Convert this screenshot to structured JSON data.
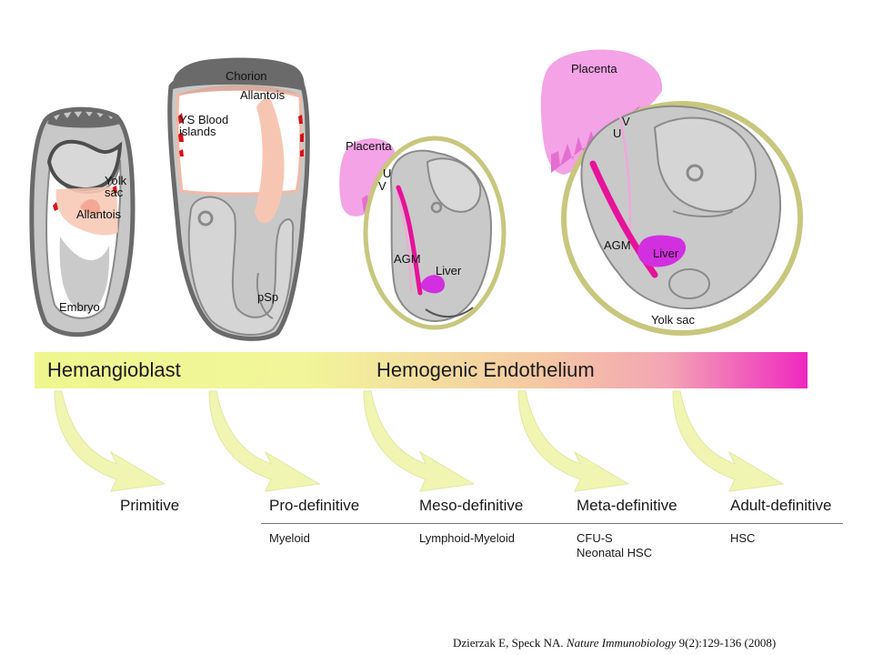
{
  "embryos": {
    "e1": {
      "yolk_sac": "Yolk\nsac",
      "allantois": "Allantois",
      "embryo": "Embryo"
    },
    "e2": {
      "chorion": "Chorion",
      "allantois": "Allantois",
      "ys_blood_islands": "YS Blood\nislands",
      "psp": "pSp"
    },
    "e3": {
      "placenta": "Placenta",
      "u": "U",
      "v": "V",
      "agm": "AGM",
      "liver": "Liver"
    },
    "e4": {
      "placenta": "Placenta",
      "v": "V",
      "u": "U",
      "agm": "AGM",
      "liver": "Liver",
      "yolk_sac": "Yolk sac"
    }
  },
  "band": {
    "left_label": "Hemangioblast",
    "right_label": "Hemogenic Endothelium",
    "colors": [
      "#eef78e",
      "#f2f599",
      "#f4c9a3",
      "#f3a4b4",
      "#ef28c0"
    ]
  },
  "stages": [
    {
      "name": "Primitive",
      "cell_types": ""
    },
    {
      "name": "Pro-definitive",
      "cell_types": "Myeloid"
    },
    {
      "name": "Meso-definitive",
      "cell_types": "Lymphoid-Myeloid"
    },
    {
      "name": "Meta-definitive",
      "cell_types": "CFU-S\nNeonatal HSC"
    },
    {
      "name": "Adult-definitive",
      "cell_types": "HSC"
    }
  ],
  "citation": {
    "authors": "Dzierzak E, Speck NA. ",
    "journal": "Nature Immunobiology",
    "details": " 9(2):129-136 (2008)"
  },
  "colors": {
    "tissue_gray": "#c8c8c8",
    "dark_gray": "#6a6a6a",
    "salmon": "#f7c6b2",
    "placenta_pink": "#f3a3e6",
    "magenta": "#e6129a",
    "liver_purple": "#d22fe0",
    "olive_ring": "#c8c77d",
    "blood_red": "#d8101a",
    "arrow_yellow": "#f0f5b2"
  }
}
